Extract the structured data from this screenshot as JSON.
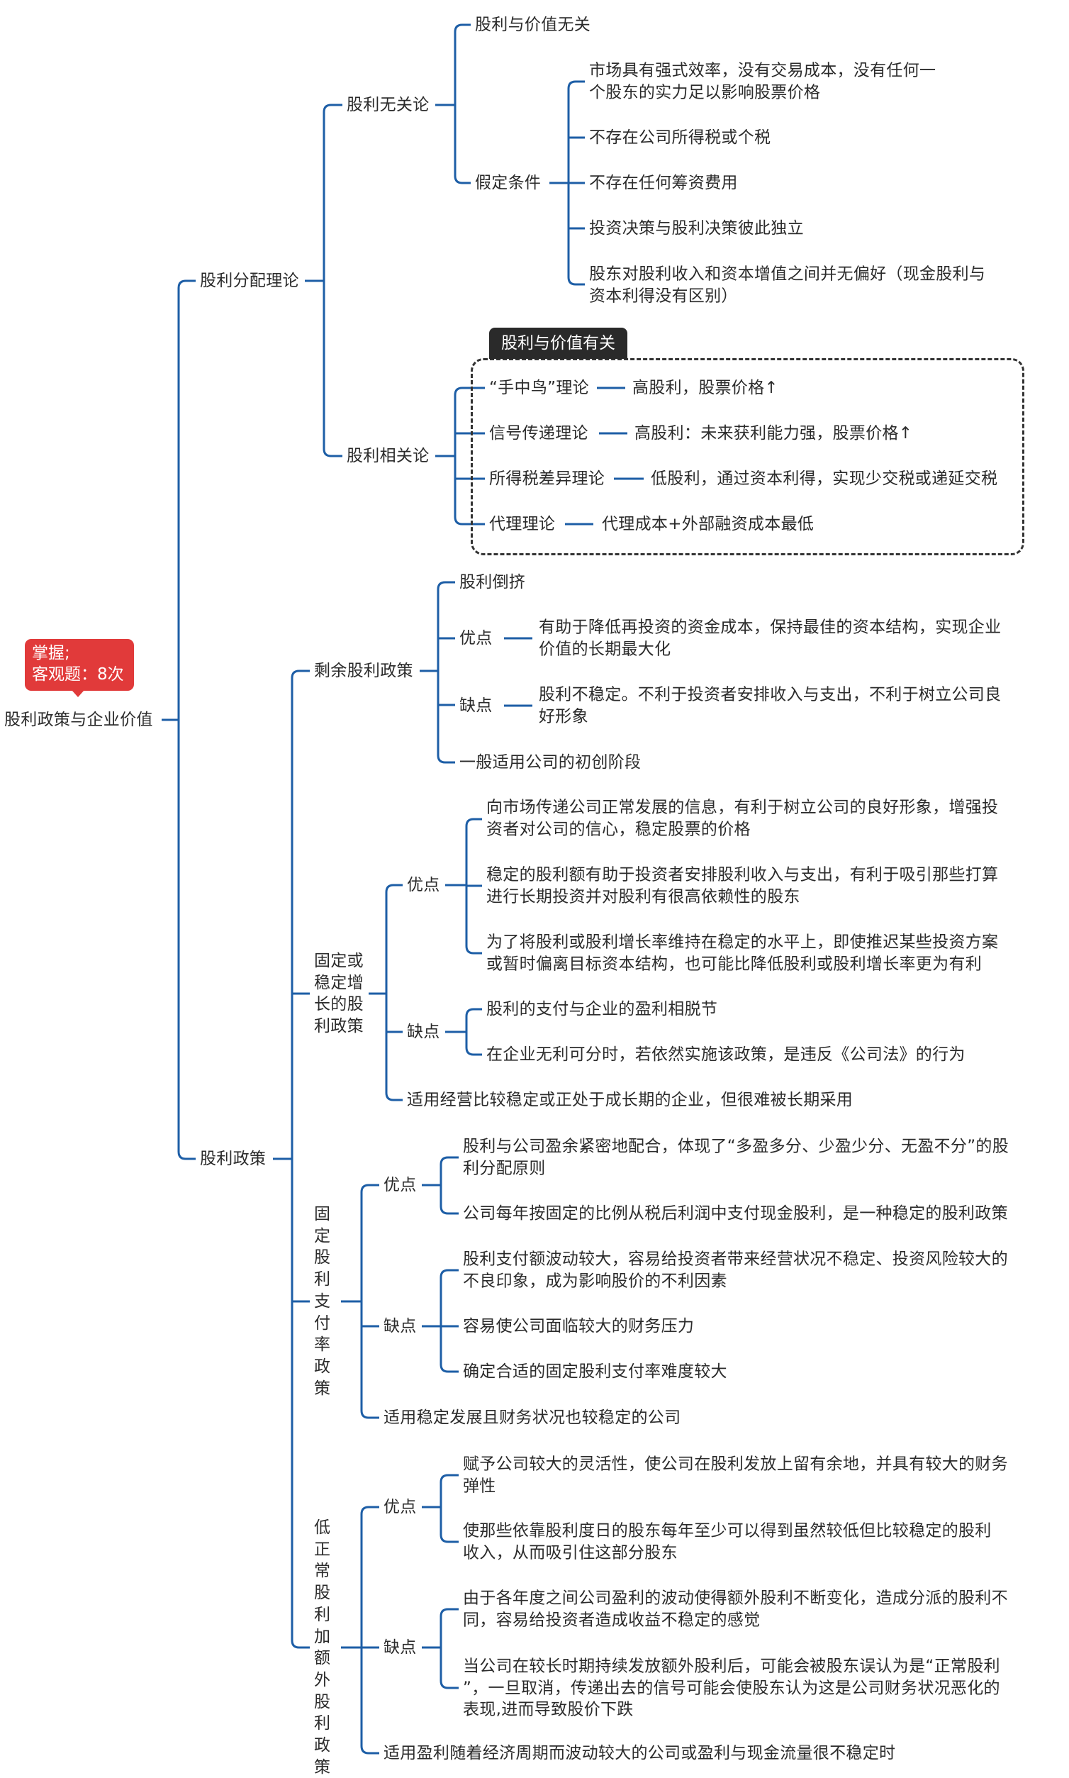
{
  "root": {
    "title": "股利政策与企业价值",
    "badge": "掌握;\n客观题：8次"
  },
  "theory": {
    "label": "股利分配理论",
    "irrelevance": {
      "label": "股利无关论",
      "item": "股利与价值无关",
      "assumptions": {
        "label": "假定条件",
        "items": [
          "市场具有强式效率，没有交易成本，没有任何一\n个股东的实力足以影响股票价格",
          "不存在公司所得税或个税",
          "不存在任何筹资费用",
          "投资决策与股利决策彼此独立",
          "股东对股利收入和资本增值之间并无偏好（现金股利与\n资本利得没有区别）"
        ]
      }
    },
    "relevance": {
      "label": "股利相关论",
      "box_title": "股利与价值有关",
      "items": [
        {
          "name": "“手中鸟”理论",
          "desc": "高股利，股票价格↑"
        },
        {
          "name": "信号传递理论",
          "desc": "高股利：未来获利能力强，股票价格↑"
        },
        {
          "name": "所得税差异理论",
          "desc": "低股利，通过资本利得，实现少交税或递延交税"
        },
        {
          "name": "代理理论",
          "desc": "代理成本+外部融资成本最低"
        }
      ]
    }
  },
  "policy": {
    "label": "股利政策",
    "residual": {
      "label": "剩余股利政策",
      "item0": "股利倒挤",
      "pros_label": "优点",
      "pros": "有助于降低再投资的资金成本，保持最佳的资本结构，实现企业\n价值的长期最大化",
      "cons_label": "缺点",
      "cons": "股利不稳定。不利于投资者安排收入与支出，不利于树立公司良\n好形象",
      "applicable": "一般适用公司的初创阶段"
    },
    "stable": {
      "label": "固定或稳定增长的股利政策",
      "pros_label": "优点",
      "pros": [
        "向市场传递公司正常发展的信息，有利于树立公司的良好形象，增强投\n资者对公司的信心，稳定股票的价格",
        "稳定的股利额有助于投资者安排股利收入与支出，有利于吸引那些打算\n进行长期投资并对股利有很高依赖性的股东",
        "为了将股利或股利增长率维持在稳定的水平上，即使推迟某些投资方案\n或暂时偏离目标资本结构，也可能比降低股利或股利增长率更为有利"
      ],
      "cons_label": "缺点",
      "cons": [
        "股利的支付与企业的盈利相脱节",
        "在企业无利可分时，若依然实施该政策，是违反《公司法》的行为"
      ],
      "applicable": "适用经营比较稳定或正处于成长期的企业，但很难被长期采用"
    },
    "fixed_ratio": {
      "label": "固定股利支付率政策",
      "pros_label": "优点",
      "pros": [
        "股利与公司盈余紧密地配合，体现了“多盈多分、少盈少分、无盈不分”的股\n利分配原则",
        "公司每年按固定的比例从税后利润中支付现金股利，是一种稳定的股利政策"
      ],
      "cons_label": "缺点",
      "cons": [
        "股利支付额波动较大，容易给投资者带来经营状况不稳定、投资风险较大的\n不良印象，成为影响股价的不利因素",
        "容易使公司面临较大的财务压力",
        "确定合适的固定股利支付率难度较大"
      ],
      "applicable": "适用稳定发展且财务状况也较稳定的公司"
    },
    "low_extra": {
      "label": "低正常股利加额外股利政策",
      "pros_label": "优点",
      "pros": [
        "赋予公司较大的灵活性，使公司在股利发放上留有余地，并具有较大的财务\n弹性",
        "使那些依靠股利度日的股东每年至少可以得到虽然较低但比较稳定的股利\n收入，从而吸引住这部分股东"
      ],
      "cons_label": "缺点",
      "cons": [
        "由于各年度之间公司盈利的波动使得额外股利不断变化，造成分派的股利不\n同，容易给投资者造成收益不稳定的感觉",
        "当公司在较长时期持续发放额外股利后，可能会被股东误认为是“正常股利\n”，一旦取消，传递出去的信号可能会使股东认为这是公司财务状况恶化的\n表现,进而导致股价下跌"
      ],
      "applicable": "适用盈利随着经济周期而波动较大的公司或盈利与现金流量很不稳定时"
    }
  },
  "colors": {
    "line": "#1d5ea6",
    "badge": "#e13a3a",
    "tab": "#2a2a2a"
  }
}
